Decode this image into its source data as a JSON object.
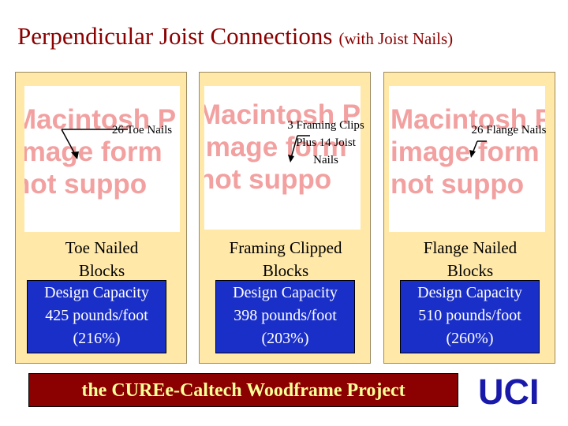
{
  "title": {
    "main": "Perpendicular Joist Connections",
    "sub": "(with Joist Nails)"
  },
  "image_placeholder_lines": [
    "Macintosh P",
    "image form",
    "not suppo"
  ],
  "panels": [
    {
      "callout": "26 Toe Nails",
      "label_line1": "Toe Nailed",
      "label_line2": "Blocks",
      "capacity_line1": "Design Capacity",
      "capacity_line2": "425 pounds/foot",
      "capacity_line3": "(216%)"
    },
    {
      "callout": "3 Framing Clips Plus 14 Joist Nails",
      "label_line1": "Framing Clipped",
      "label_line2": "Blocks",
      "capacity_line1": "Design Capacity",
      "capacity_line2": "398 pounds/foot",
      "capacity_line3": "(203%)"
    },
    {
      "callout": "26 Flange Nails",
      "label_line1": "Flange Nailed",
      "label_line2": "Blocks",
      "capacity_line1": "Design Capacity",
      "capacity_line2": "510 pounds/foot",
      "capacity_line3": "(260%)"
    }
  ],
  "footer": "the CUREe-Caltech Woodframe Project",
  "logo": "UCI",
  "colors": {
    "title": "#8b0000",
    "panel_background": "#ffe8a8",
    "capacity_box": "#1a2fc8",
    "footer_bar": "#8b0000",
    "footer_text": "#ffff99",
    "logo": "#1a1aaa",
    "placeholder_text": "#f2a0a0"
  }
}
